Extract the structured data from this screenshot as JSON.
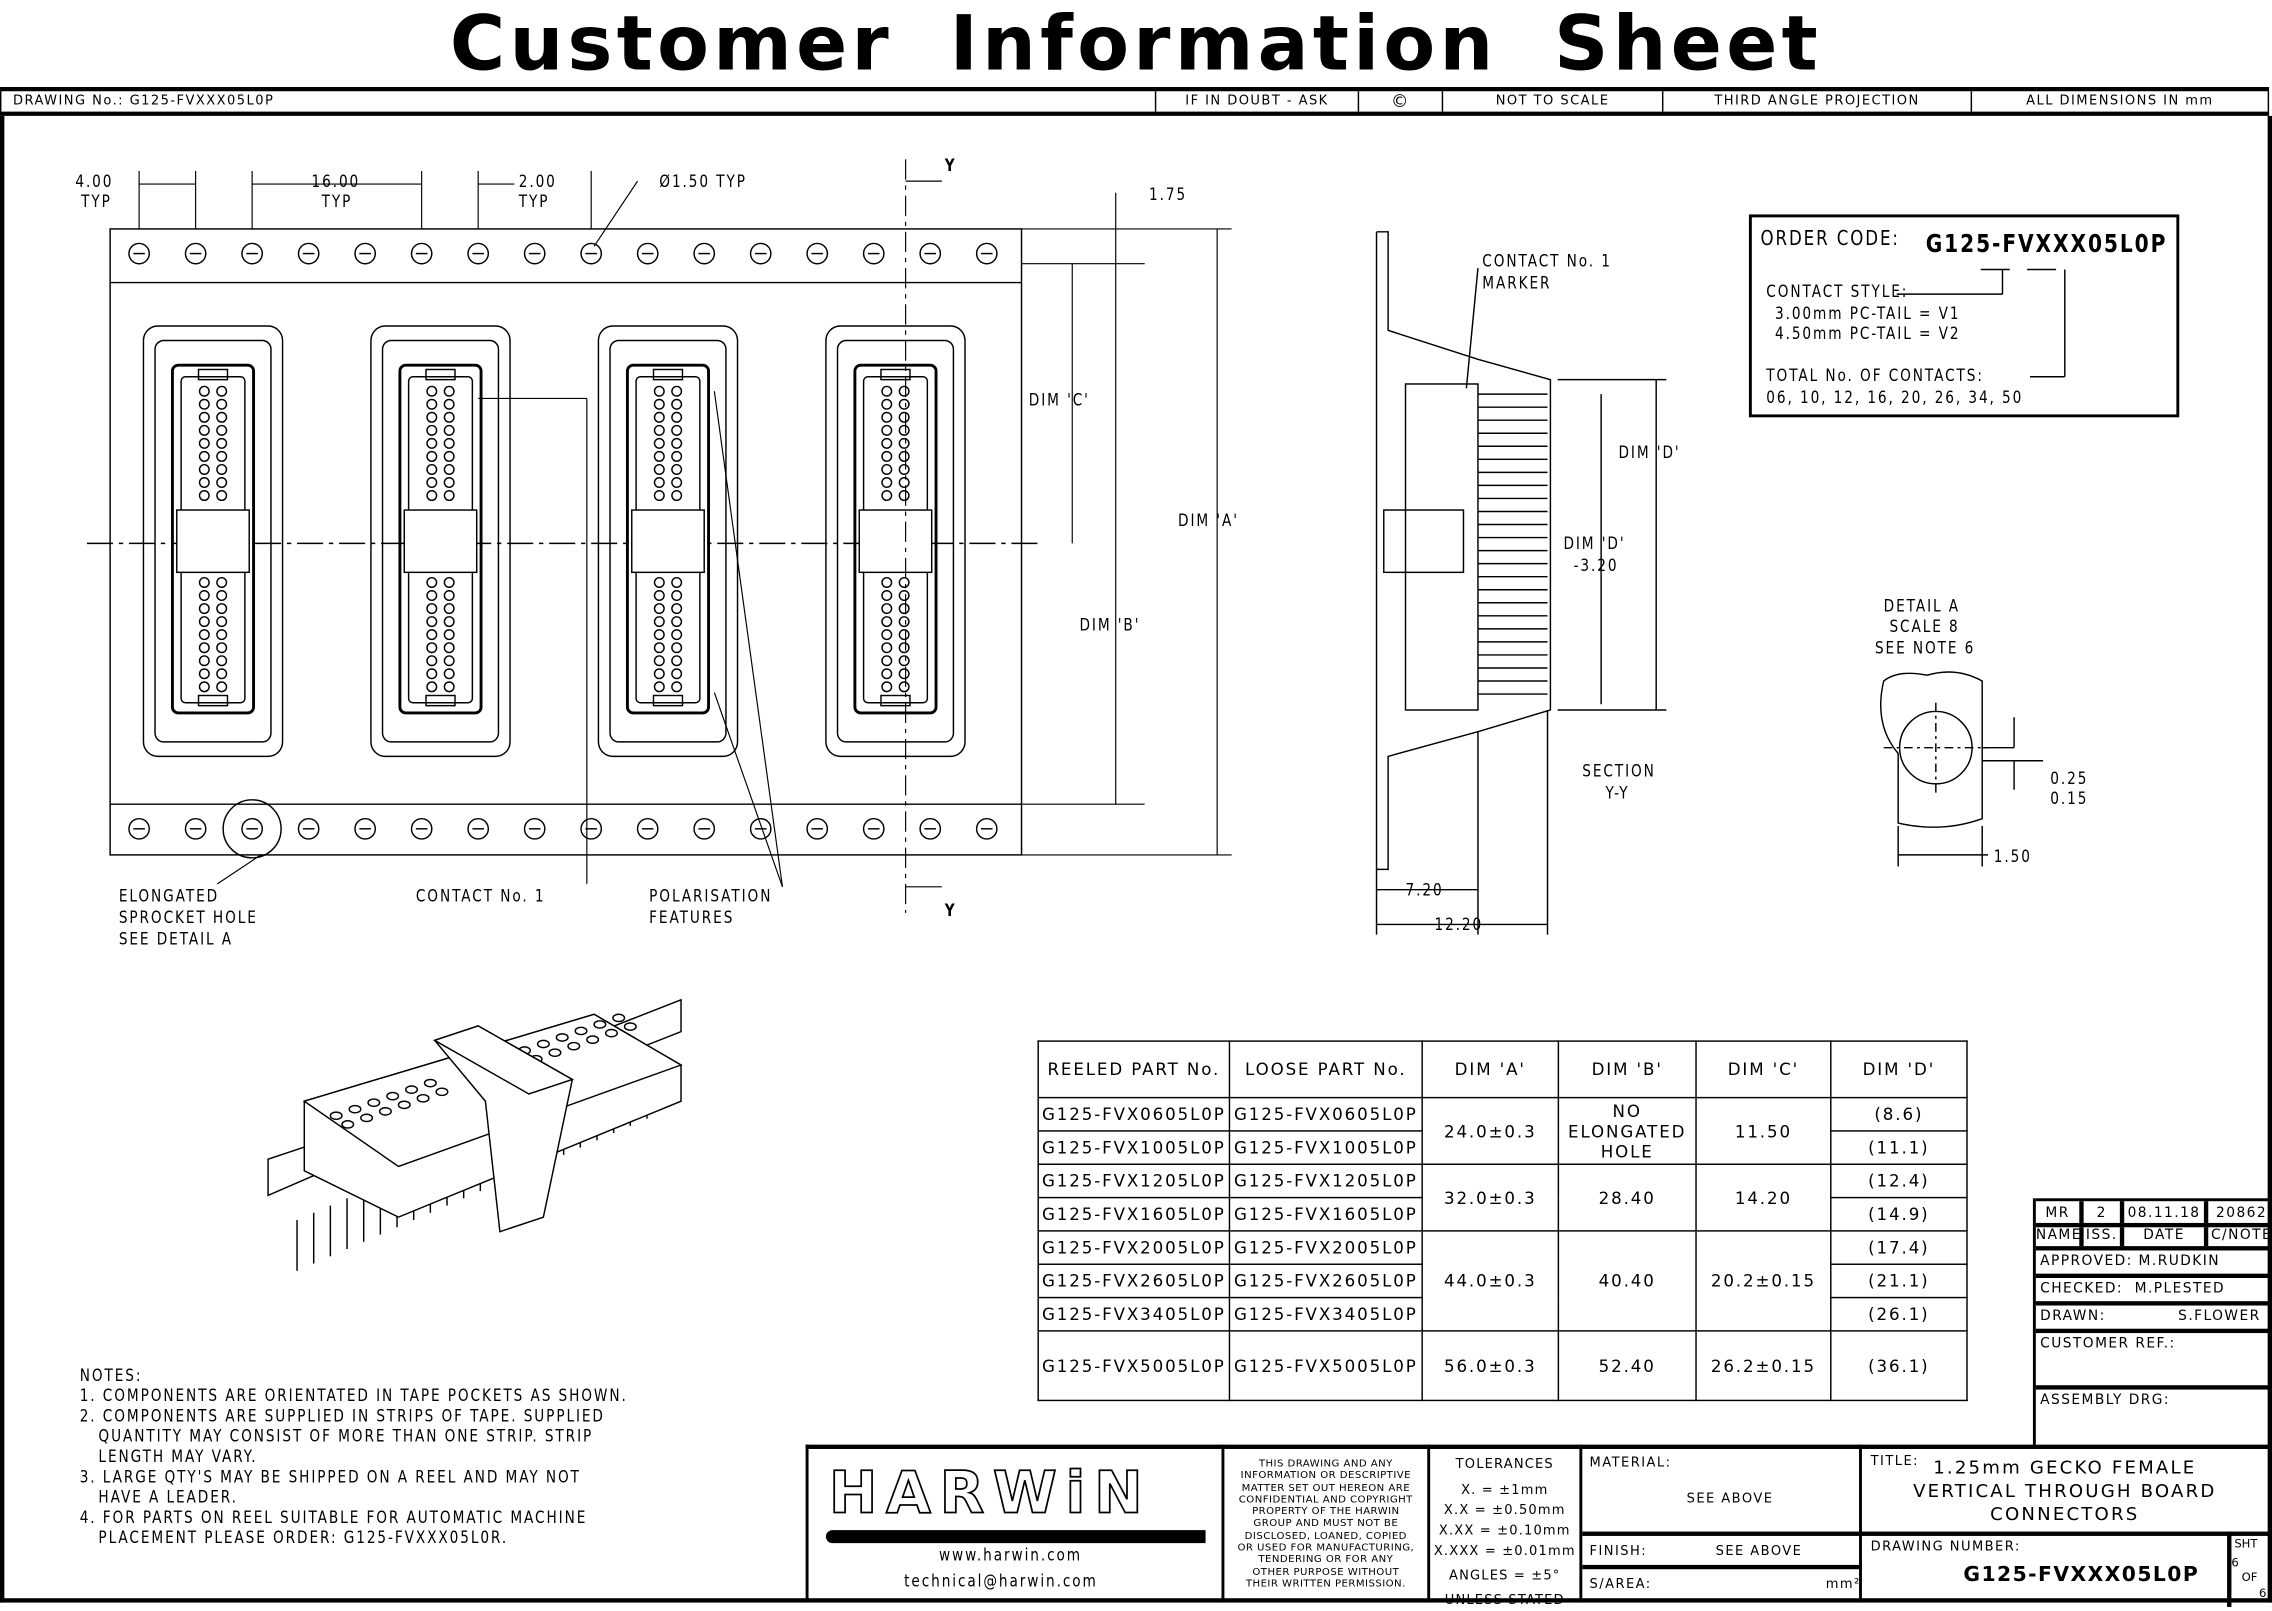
{
  "title": "Customer Information Sheet",
  "header": {
    "drawing_no": "DRAWING No.: G125-FVXXX05L0P",
    "if_in_doubt": "IF IN DOUBT - ASK",
    "copyright": "©",
    "scale": "NOT TO SCALE",
    "projection": "THIRD ANGLE PROJECTION",
    "units": "ALL DIMENSIONS IN mm"
  },
  "drawing_labels": {
    "pitch_4": "4.00",
    "typ": "TYP",
    "pitch_16": "16.00",
    "pitch_2": "2.00",
    "hole_dia": "Ø1.50 TYP",
    "section_y": "Y",
    "edge_175": "1.75",
    "dim_c": "DIM 'C'",
    "dim_a": "DIM 'A'",
    "dim_b": "DIM 'B'",
    "elongated": [
      "ELONGATED",
      "SPROCKET HOLE",
      "SEE DETAIL A"
    ],
    "contact_no1": "CONTACT No. 1",
    "polarisation": [
      "POLARISATION",
      "FEATURES"
    ],
    "contact_marker": [
      "CONTACT No. 1",
      "MARKER"
    ],
    "dim_d": "DIM 'D'",
    "dim_d_minus": [
      "DIM 'D'",
      "-3.20"
    ],
    "section_label": [
      "SECTION",
      "Y-Y"
    ],
    "dim_720": "7.20",
    "dim_1220": "12.20",
    "detail_a": [
      "DETAIL A",
      "SCALE 8",
      "SEE NOTE 6"
    ],
    "detail_tol": [
      "0.25",
      "0.15"
    ],
    "detail_150": "1.50"
  },
  "order_code": {
    "label": "ORDER CODE:",
    "code": "G125-FVXXX05L0P",
    "contact_style_label": "CONTACT STYLE:",
    "styles": [
      "3.00mm PC-TAIL = V1",
      "4.50mm PC-TAIL = V2"
    ],
    "contacts_label": "TOTAL No. OF CONTACTS:",
    "contacts": "06, 10, 12, 16, 20, 26, 34, 50"
  },
  "table": {
    "headers": [
      "REELED PART No.",
      "LOOSE PART No.",
      "DIM 'A'",
      "DIM 'B'",
      "DIM 'C'",
      "DIM 'D'"
    ],
    "reeled": [
      "G125-FVX0605L0P",
      "G125-FVX1005L0P",
      "G125-FVX1205L0P",
      "G125-FVX1605L0P",
      "G125-FVX2005L0P",
      "G125-FVX2605L0P",
      "G125-FVX3405L0P",
      "G125-FVX5005L0P"
    ],
    "loose": [
      "G125-FVX0605L0P",
      "G125-FVX1005L0P",
      "G125-FVX1205L0P",
      "G125-FVX1605L0P",
      "G125-FVX2005L0P",
      "G125-FVX2605L0P",
      "G125-FVX3405L0P",
      "G125-FVX5005L0P"
    ],
    "dim_a": [
      "24.0±0.3",
      "32.0±0.3",
      "44.0±0.3",
      "56.0±0.3"
    ],
    "dim_b": [
      "NO ELONGATED HOLE",
      "28.40",
      "40.40",
      "52.40"
    ],
    "dim_c": [
      "11.50",
      "14.20",
      "20.2±0.15",
      "26.2±0.15"
    ],
    "dim_d": [
      "(8.6)",
      "(11.1)",
      "(12.4)",
      "(14.9)",
      "(17.4)",
      "(21.1)",
      "(26.1)",
      "(36.1)"
    ]
  },
  "notes": {
    "heading": "NOTES:",
    "lines": [
      "1. COMPONENTS ARE ORIENTATED IN TAPE POCKETS AS SHOWN.",
      "2. COMPONENTS ARE SUPPLIED IN STRIPS OF TAPE. SUPPLIED",
      "   QUANTITY MAY CONSIST OF MORE THAN ONE STRIP. STRIP",
      "   LENGTH MAY VARY.",
      "3. LARGE QTY'S MAY BE SHIPPED ON A REEL AND MAY NOT",
      "   HAVE A LEADER.",
      "4. FOR PARTS ON REEL SUITABLE FOR AUTOMATIC MACHINE",
      "   PLACEMENT PLEASE ORDER: G125-FVXXX05L0R."
    ]
  },
  "revision": {
    "name": "MR",
    "issue": "2",
    "date": "08.11.18",
    "cnote": "20862",
    "headers": [
      "NAME",
      "ISS.",
      "DATE",
      "C/NOTE"
    ],
    "approved": "APPROVED: M.RUDKIN",
    "checked": "CHECKED:  M.PLESTED",
    "drawn_label": "DRAWN:",
    "drawn": "S.FLOWER",
    "customer_ref": "CUSTOMER REF.:",
    "assembly_drg": "ASSEMBLY DRG:"
  },
  "title_block": {
    "logo": "HARWiN",
    "website": "www.harwin.com",
    "email": "technical@harwin.com",
    "confidential": [
      "THIS DRAWING AND ANY",
      "INFORMATION OR DESCRIPTIVE",
      "MATTER SET OUT HEREON ARE",
      "CONFIDENTIAL AND COPYRIGHT",
      "PROPERTY OF THE HARWIN",
      "GROUP AND MUST NOT BE",
      "DISCLOSED, LOANED, COPIED",
      "OR USED FOR MANUFACTURING,",
      "TENDERING OR FOR ANY",
      "OTHER PURPOSE WITHOUT",
      "THEIR WRITTEN PERMISSION."
    ],
    "tolerances_label": "TOLERANCES",
    "tolerances": [
      "X.  = ±1mm",
      "X.X = ±0.50mm",
      "X.XX = ±0.10mm",
      "X.XXX = ±0.01mm"
    ],
    "angles": "ANGLES = ±5°",
    "unless": "UNLESS STATED",
    "material_label": "MATERIAL:",
    "material": "SEE ABOVE",
    "finish_label": "FINISH:",
    "finish": "SEE ABOVE",
    "sarea_label": "S/AREA:",
    "sarea_unit": "mm²",
    "title_label": "TITLE:",
    "title_lines": [
      "1.25mm GECKO FEMALE",
      "VERTICAL THROUGH BOARD",
      "CONNECTORS"
    ],
    "drawing_number_label": "DRAWING NUMBER:",
    "drawing_number": "G125-FVXXX05L0P",
    "sht_label": "SHT",
    "sht": "6",
    "of": "OF",
    "sht_total": "6"
  }
}
